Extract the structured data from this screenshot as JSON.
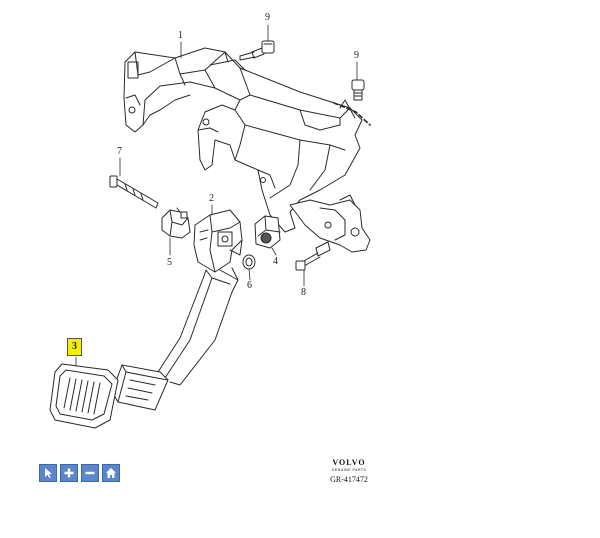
{
  "callouts": {
    "c1": "1",
    "c2": "2",
    "c3": "3",
    "c4": "4",
    "c5": "5",
    "c6": "6",
    "c7": "7",
    "c8": "8",
    "c9a": "9",
    "c9b": "9"
  },
  "highlight_color": "#f4f000",
  "toolbar": {
    "button_color": "#5b86c9",
    "buttons": [
      "pointer-icon",
      "zoom-in-icon",
      "zoom-out-icon",
      "home-icon"
    ]
  },
  "brand": {
    "logo": "VOLVO",
    "sub": "GENUINE PARTS",
    "ref": "GR-417472"
  }
}
